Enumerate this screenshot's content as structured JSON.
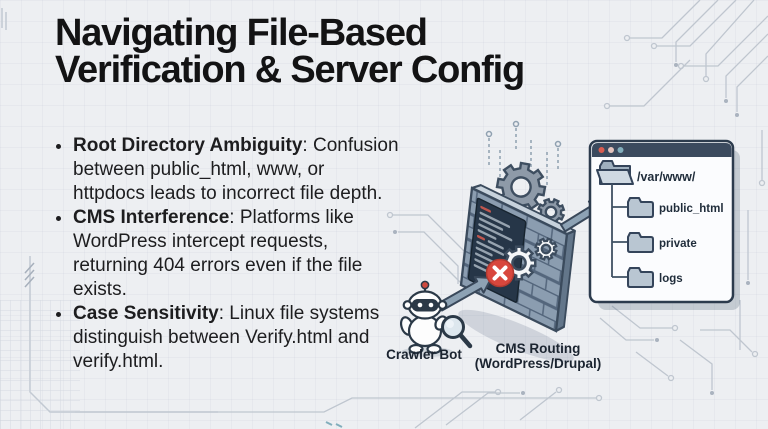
{
  "title": {
    "line1": "Navigating File-Based",
    "line2": "Verification & Server Config"
  },
  "bullets": [
    {
      "term": "Root Directory Ambiguity",
      "rest": ": Confusion between public_html, www, or httpdocs leads to incorrect file depth."
    },
    {
      "term": "CMS Interference",
      "rest": ": Platforms like WordPress intercept requests, returning 404 errors even if the file exists."
    },
    {
      "term": "Case Sensitivity",
      "rest": ": Linux file systems distinguish between Verify.html and verify.html."
    }
  ],
  "diagram": {
    "crawler_bot_label": "Crawler Bot",
    "cms_routing_label_line1": "CMS Routing",
    "cms_routing_label_line2": "(WordPress/Drupal)",
    "file_window": {
      "root_path": "/var/www/",
      "folders": [
        "public_html",
        "private",
        "logs"
      ]
    }
  },
  "colors": {
    "background": "#edeff2",
    "title_text": "#131314",
    "body_text": "#1d1d1f",
    "wall_brick": "#8b9db0",
    "terminal_panel": "#263648",
    "window_titlebar": "#3b4a5e",
    "error_badge": "#d8473d",
    "traffic_dot_red": "#d95c50",
    "traffic_dot_pink": "#e3c3bd",
    "traffic_dot_teal": "#82aebc",
    "arrow": "#8da2b4",
    "circuit_trace": "#bfc6cf"
  }
}
